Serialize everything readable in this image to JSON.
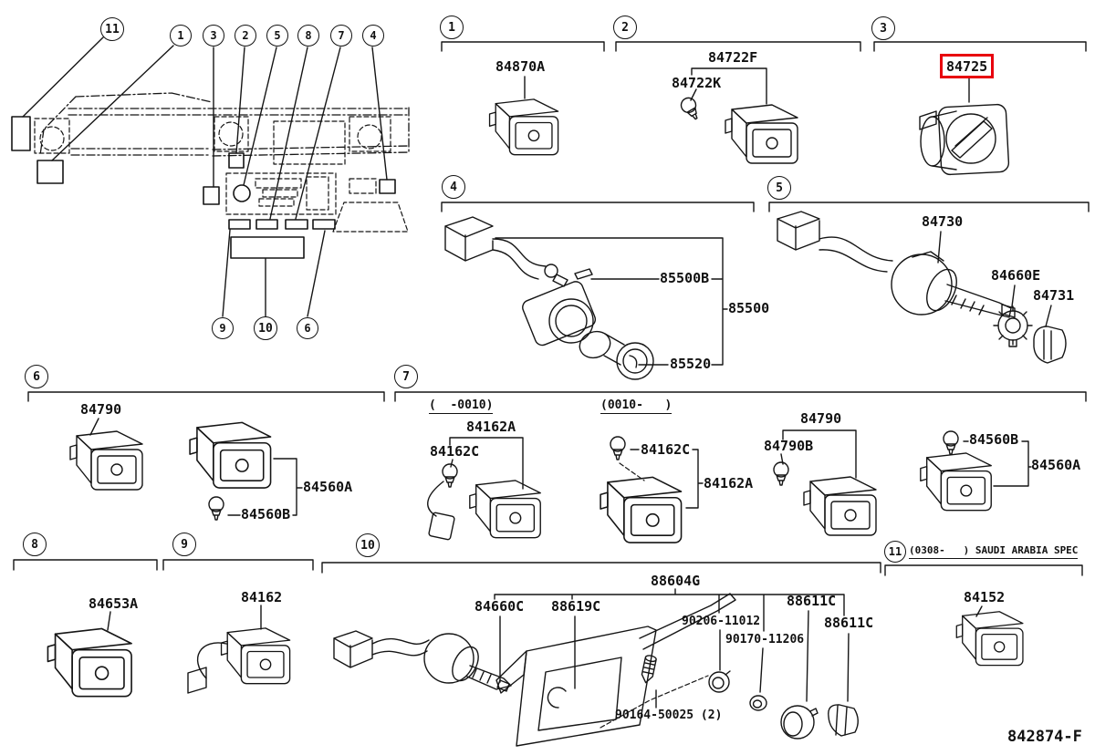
{
  "page": {
    "figure_code": "842874-F",
    "background": "#ffffff",
    "line_color": "#151515",
    "highlight_color": "#e8000d"
  },
  "overview": {
    "callouts": [
      "11",
      "1",
      "3",
      "2",
      "5",
      "8",
      "7",
      "4",
      "9",
      "10",
      "6"
    ]
  },
  "sections": {
    "s1": {
      "num": "1",
      "part": "84870A"
    },
    "s2": {
      "num": "2",
      "part": "84722F",
      "part2": "84722K"
    },
    "s3": {
      "num": "3",
      "part": "84725",
      "highlighted": true
    },
    "s4": {
      "num": "4",
      "part_socket": "85500B",
      "part_assy": "85500",
      "part_plug": "85520"
    },
    "s5": {
      "num": "5",
      "part": "84730",
      "part_ring": "84660E",
      "part_knob": "84731"
    },
    "s6": {
      "num": "6",
      "part_switch": "84790",
      "part_panel": "84560A",
      "part_bulb": "84560B"
    },
    "s7": {
      "num": "7",
      "variant_left": "(  -0010)",
      "variant_right": "(0010-   )",
      "left_assy": "84162A",
      "left_bulb": "84162C",
      "right_bulb": "84162C",
      "right_assy": "84162A",
      "mid_switch": "84790",
      "mid_bulb": "84790B",
      "far_bulb": "84560B",
      "far_panel": "84560A"
    },
    "s8": {
      "num": "8",
      "part": "84653A"
    },
    "s9": {
      "num": "9",
      "part": "84162"
    },
    "s10": {
      "num": "10",
      "part_assy": "88604G",
      "part_rheostat": "84660C",
      "part_bracket": "88619C",
      "part_nut": "90206-11012",
      "part_clamp": "90170-11206",
      "part_ring": "88611C",
      "part_cap": "88611C",
      "part_screw": "90164-50025 (2)"
    },
    "s11": {
      "num": "11",
      "note": "(0308-   ) SAUDI ARABIA SPEC",
      "part": "84152"
    }
  }
}
